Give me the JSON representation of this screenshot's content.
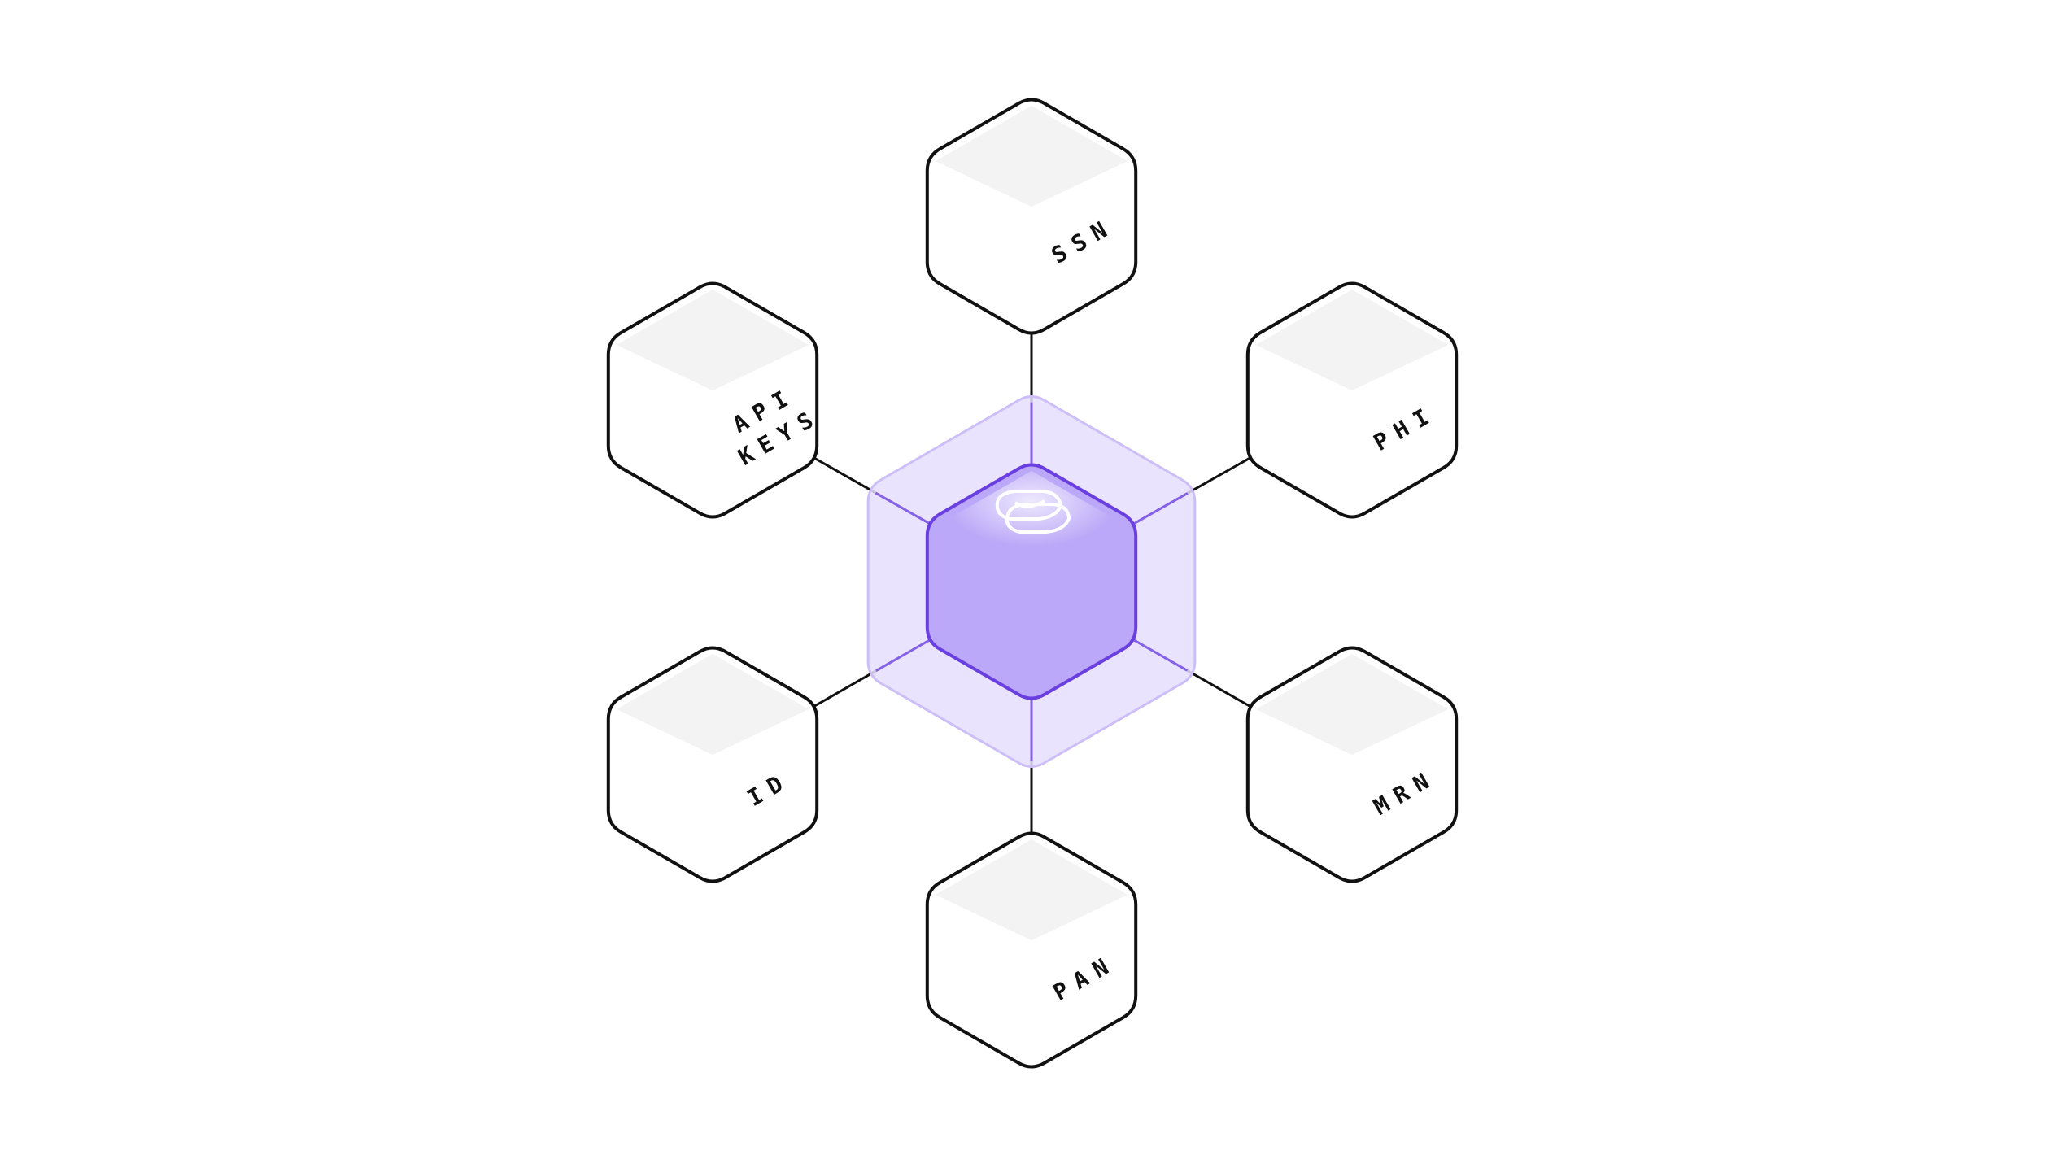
{
  "diagram": {
    "colors": {
      "stroke": "#111111",
      "node_fill": "#ffffff",
      "node_top_shade": "#f3f3f4",
      "accent": "#6a3fe0",
      "hub_fill": "#bba8f8",
      "halo_fill": "#e6defd",
      "halo_stroke": "#cdbef8",
      "logo": "#ffffff"
    },
    "hub": {
      "icon": "stacked-rings-logo-icon"
    },
    "nodes": [
      {
        "id": "ssn",
        "label": "SSN"
      },
      {
        "id": "phi",
        "label": "PHI"
      },
      {
        "id": "mrn",
        "label": "MRN"
      },
      {
        "id": "pan",
        "label": "PAN"
      },
      {
        "id": "id",
        "label": "ID"
      },
      {
        "id": "api-keys",
        "label": "API\nKEYS"
      }
    ]
  }
}
